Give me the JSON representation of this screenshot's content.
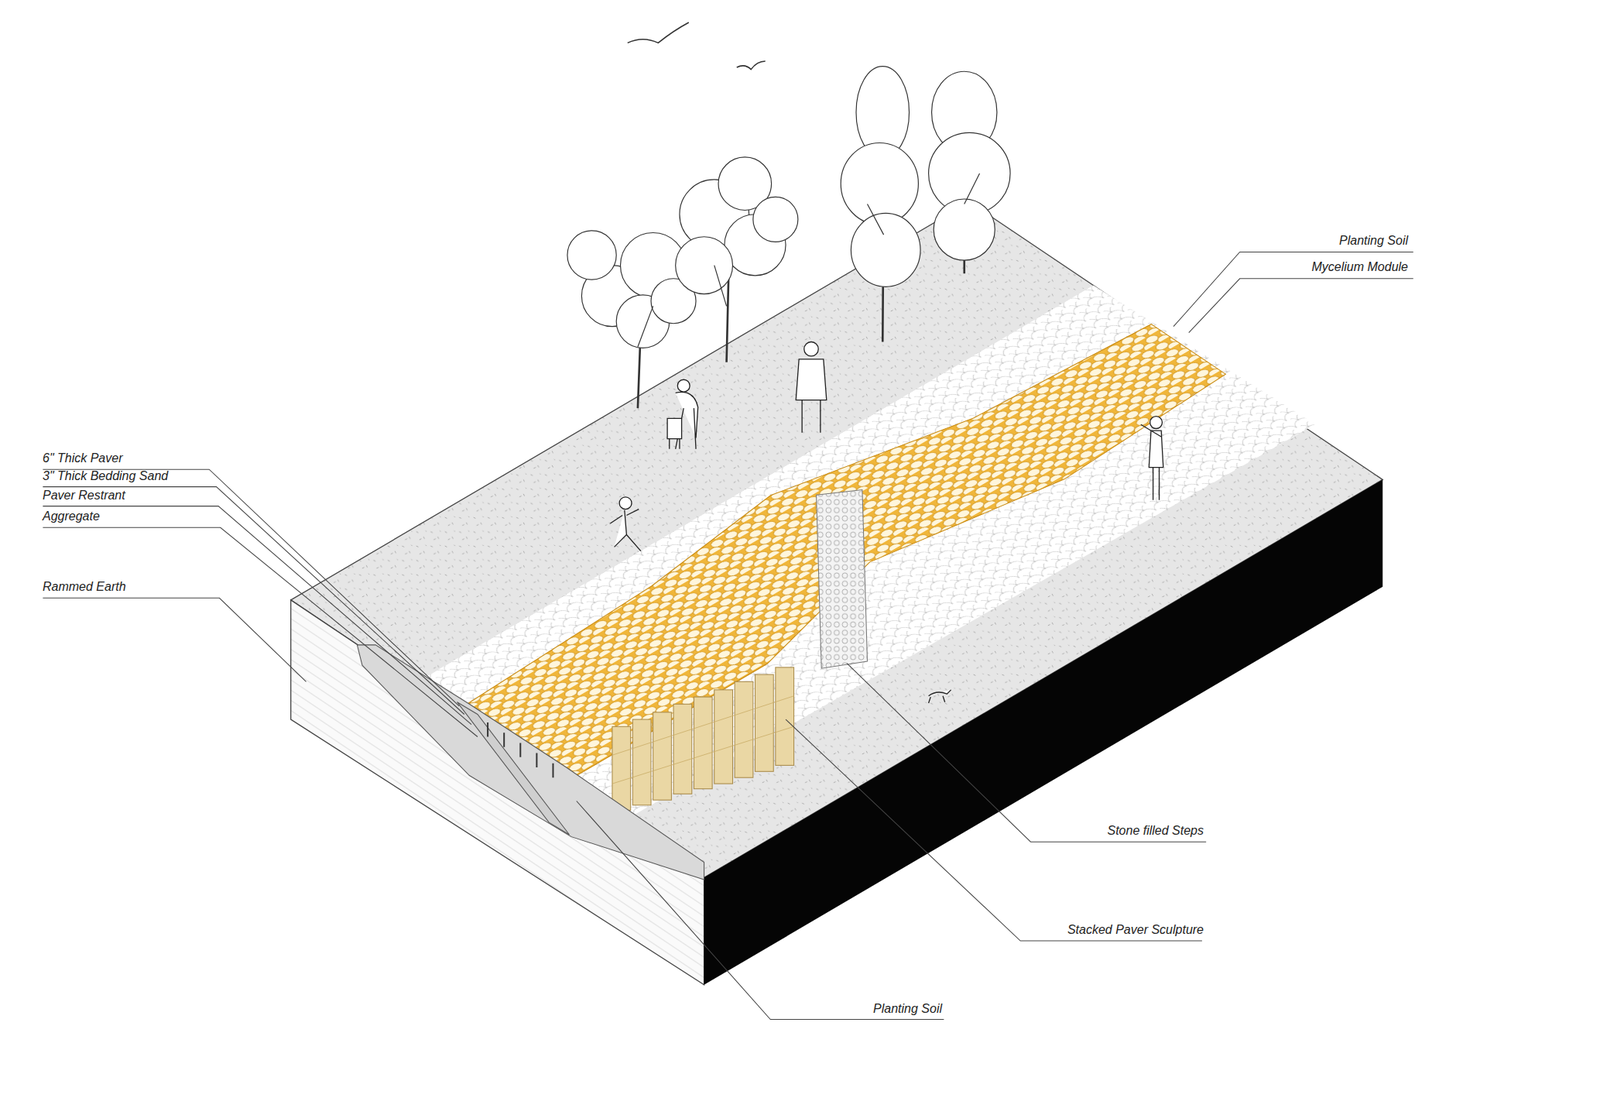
{
  "diagram": {
    "labels": [
      "Planting Soil",
      "Mycelium Module",
      "6\" Thick Paver",
      "3\" Thick Bedding Sand",
      "Paver Restrant",
      "Aggregate",
      "Rammed Earth",
      "Stone filled Steps",
      "Stacked Paver Sculpture",
      "Planting Soil"
    ]
  }
}
